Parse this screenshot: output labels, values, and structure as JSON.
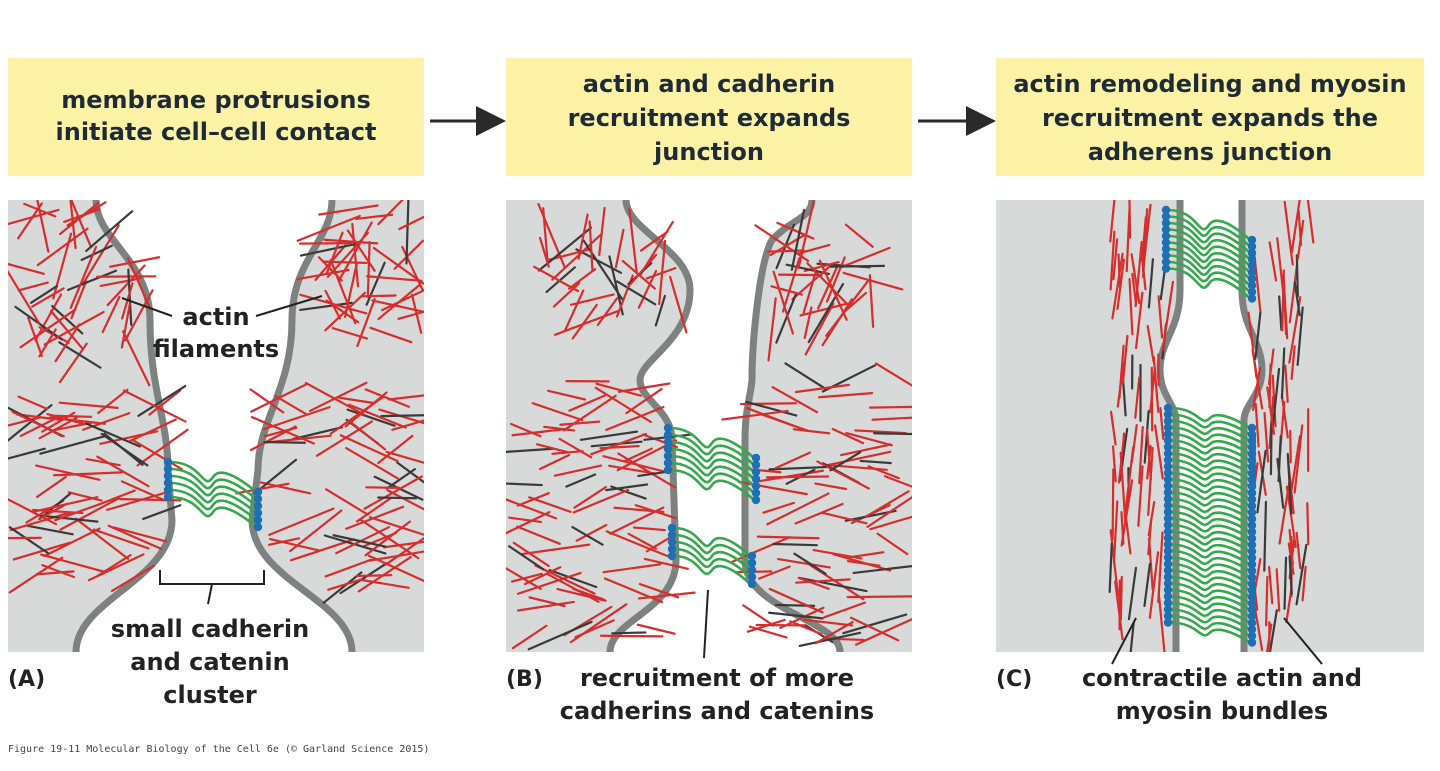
{
  "headers": {
    "a": [
      "membrane protrusions",
      "initiate cell–cell contact"
    ],
    "b": [
      "actin and cadherin",
      "recruitment expands",
      "junction"
    ],
    "c": [
      "actin remodeling and myosin",
      "recruitment expands the",
      "adherens junction"
    ]
  },
  "labels": {
    "actin": [
      "actin",
      "filaments"
    ],
    "cluster": [
      "small cadherin",
      "and catenin",
      "cluster"
    ],
    "recruitment": [
      "recruitment of more",
      "cadherins and catenins"
    ],
    "bundles": [
      "contractile actin and",
      "myosin bundles"
    ]
  },
  "panels": {
    "a": "(A)",
    "b": "(B)",
    "c": "(C)"
  },
  "caption": "Figure 19-11  Molecular Biology of the Cell 6e (© Garland Science 2015)",
  "colors": {
    "header_bg": "#fbf2a6",
    "panel_bg": "#d7dad9",
    "membrane": "#7d8280",
    "actin": "#d62d2d",
    "cadherin": "#34a84a",
    "catenin": "#1f6fb4",
    "arrow": "#2a2a2a"
  }
}
